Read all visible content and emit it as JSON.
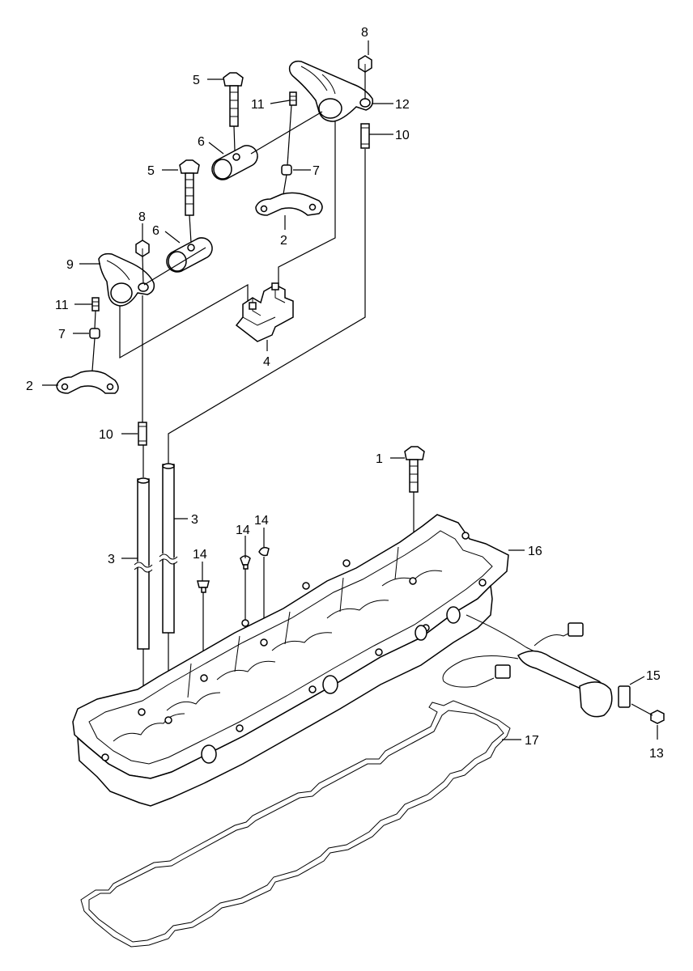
{
  "callouts": {
    "c1": "1",
    "c2a": "2",
    "c2b": "2",
    "c3a": "3",
    "c3b": "3",
    "c4": "4",
    "c5a": "5",
    "c5b": "5",
    "c6a": "6",
    "c6b": "6",
    "c7a": "7",
    "c7b": "7",
    "c8a": "8",
    "c8b": "8",
    "c9": "9",
    "c10a": "10",
    "c10b": "10",
    "c11a": "11",
    "c11b": "11",
    "c12": "12",
    "c13": "13",
    "c14a": "14",
    "c14b": "14",
    "c14c": "14",
    "c15": "15",
    "c16": "16",
    "c17": "17"
  }
}
